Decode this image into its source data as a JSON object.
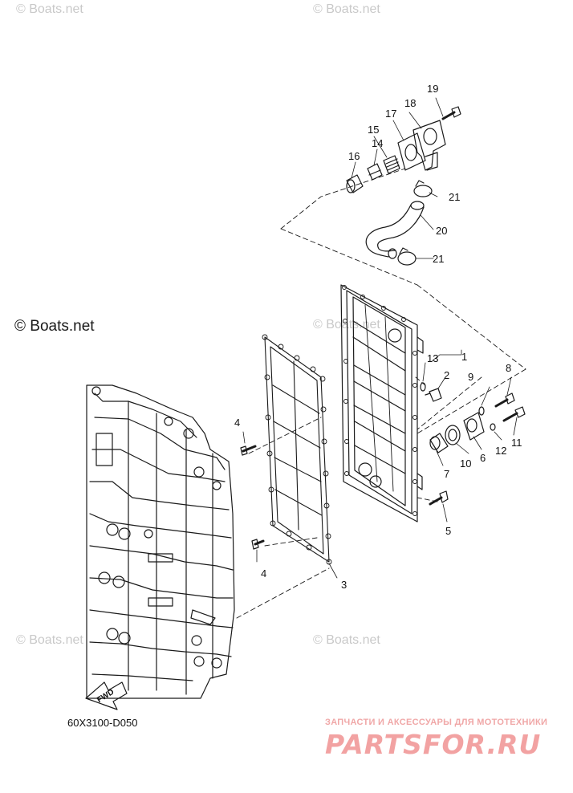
{
  "watermarks": {
    "top_left": "© Boats.net",
    "top_center": "© Boats.net",
    "mid_left": "© Boats.net",
    "mid_center": "© Boats.net",
    "bottom_left": "© Boats.net",
    "bottom_center": "© Boats.net"
  },
  "callouts": {
    "c1": "1",
    "c2": "2",
    "c3": "3",
    "c4a": "4",
    "c4b": "4",
    "c5": "5",
    "c6": "6",
    "c7": "7",
    "c8": "8",
    "c9": "9",
    "c10": "10",
    "c11": "11",
    "c12": "12",
    "c13": "13",
    "c14": "14",
    "c15": "15",
    "c16": "16",
    "c17": "17",
    "c18": "18",
    "c19": "19",
    "c20": "20",
    "c21a": "21",
    "c21b": "21"
  },
  "fwd_label": "FWD",
  "diagram_code": "60X3100-D050",
  "shop": {
    "tagline": "ЗАПЧАСТИ И АКСЕССУАРЫ ДЛЯ МОТОТЕХНИКИ",
    "logo": "PARTSFOR.RU"
  },
  "colors": {
    "line": "#1a1a1a",
    "watermark": "#c9c9c9",
    "shop_red": "#f0a7a7"
  }
}
